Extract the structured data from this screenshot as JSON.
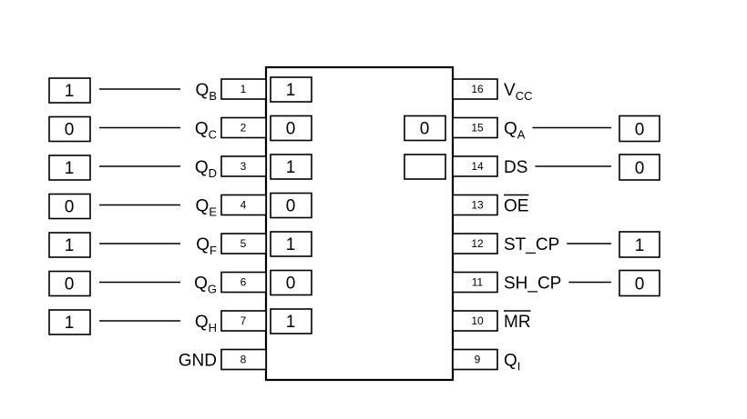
{
  "left_pins": [
    {
      "pin": "1",
      "name": "Q",
      "sub": "B",
      "bar": false,
      "inner": "1",
      "outer": "1"
    },
    {
      "pin": "2",
      "name": "Q",
      "sub": "C",
      "bar": false,
      "inner": "0",
      "outer": "0"
    },
    {
      "pin": "3",
      "name": "Q",
      "sub": "D",
      "bar": false,
      "inner": "1",
      "outer": "1"
    },
    {
      "pin": "4",
      "name": "Q",
      "sub": "E",
      "bar": false,
      "inner": "0",
      "outer": "0"
    },
    {
      "pin": "5",
      "name": "Q",
      "sub": "F",
      "bar": false,
      "inner": "1",
      "outer": "1"
    },
    {
      "pin": "6",
      "name": "Q",
      "sub": "G",
      "bar": false,
      "inner": "0",
      "outer": "0"
    },
    {
      "pin": "7",
      "name": "Q",
      "sub": "H",
      "bar": false,
      "inner": "1",
      "outer": "1"
    },
    {
      "pin": "8",
      "name": "GND",
      "sub": "",
      "bar": false,
      "inner": null,
      "outer": null
    }
  ],
  "right_pins": [
    {
      "pin": "16",
      "name": "V",
      "sub": "CC",
      "bar": false,
      "inner": null,
      "outer": null
    },
    {
      "pin": "15",
      "name": "Q",
      "sub": "A",
      "bar": false,
      "inner": "0",
      "outer": "0"
    },
    {
      "pin": "14",
      "name": "DS",
      "sub": "",
      "bar": false,
      "inner": "",
      "outer": "0"
    },
    {
      "pin": "13",
      "name": "OE",
      "sub": "",
      "bar": true,
      "inner": null,
      "outer": null
    },
    {
      "pin": "12",
      "name": "ST_CP",
      "sub": "",
      "bar": false,
      "inner": null,
      "outer": "1"
    },
    {
      "pin": "11",
      "name": "SH_CP",
      "sub": "",
      "bar": false,
      "inner": null,
      "outer": "0"
    },
    {
      "pin": "10",
      "name": "MR",
      "sub": "",
      "bar": true,
      "inner": null,
      "outer": null
    },
    {
      "pin": "9",
      "name": "Q",
      "sub": "I",
      "bar": false,
      "inner": null,
      "outer": null
    }
  ]
}
